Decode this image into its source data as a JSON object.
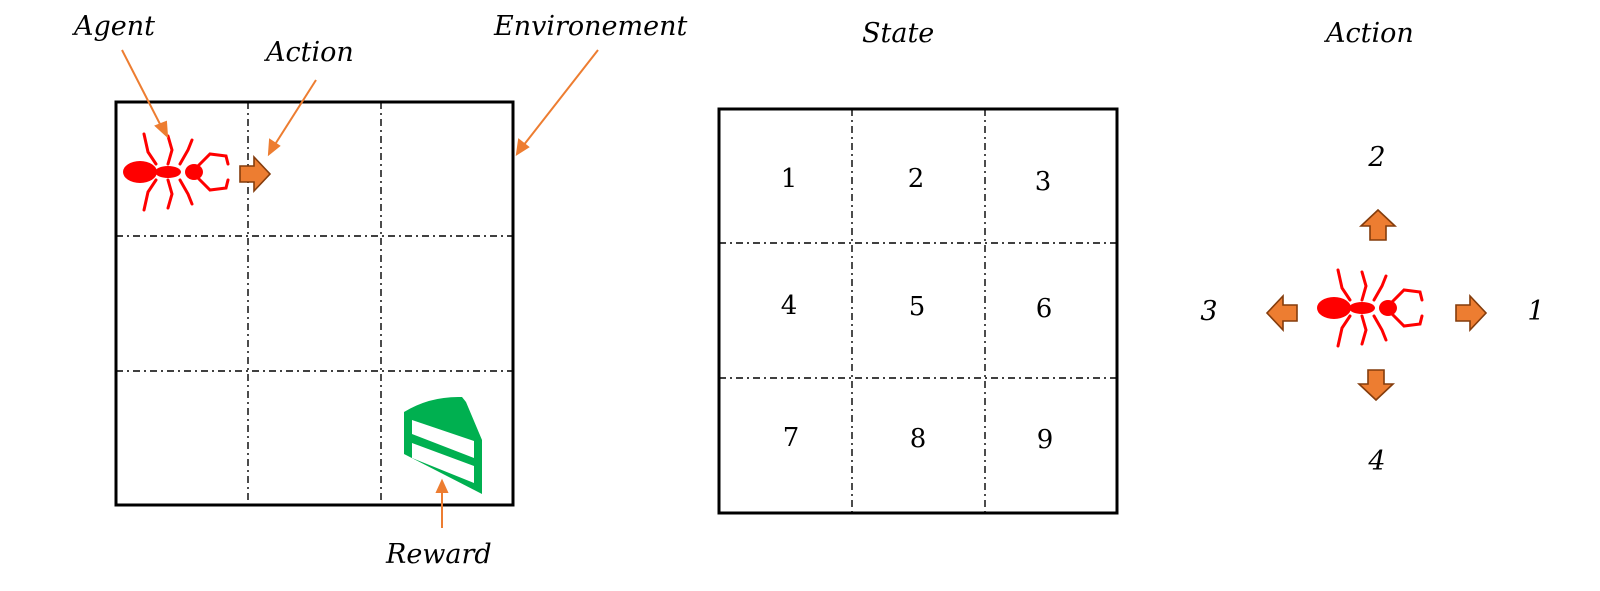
{
  "labels": {
    "agent": "Agent",
    "action": "Action",
    "environment": "Environement",
    "reward": "Reward",
    "state": "State",
    "action_panel": "Action"
  },
  "state_grid": [
    "1",
    "2",
    "3",
    "4",
    "5",
    "6",
    "7",
    "8",
    "9"
  ],
  "actions": {
    "right": "1",
    "up": "2",
    "left": "3",
    "down": "4"
  },
  "colors": {
    "agent": "#ff0000",
    "arrow_fill": "#ed7d31",
    "arrow_stroke": "#843c0c",
    "reward": "#00b050",
    "pointer": "#ed7d31"
  },
  "icons": {
    "agent": "ant-icon",
    "reward": "cake-slice-icon",
    "action": "arrow-icon"
  }
}
